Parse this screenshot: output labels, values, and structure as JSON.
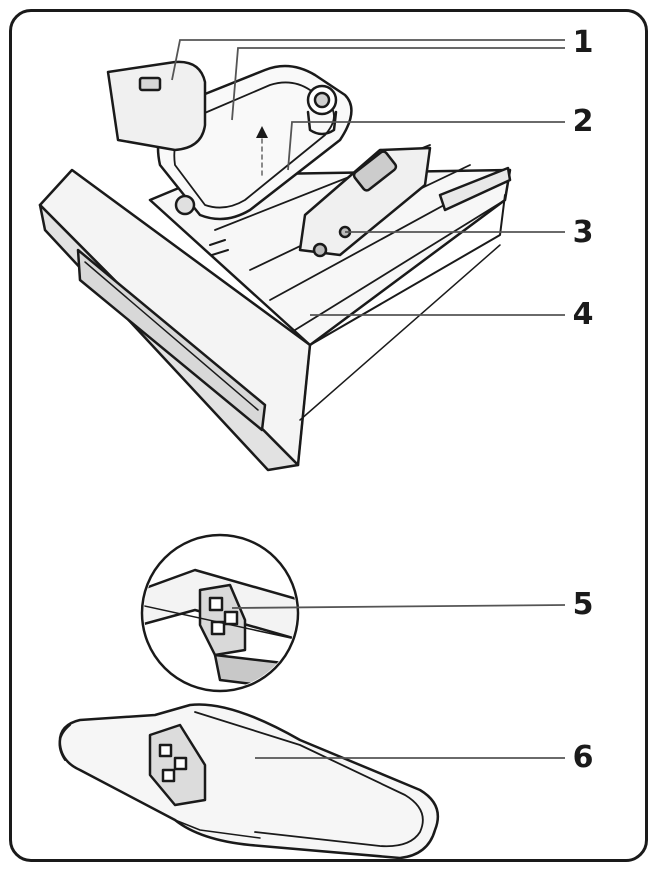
{
  "diagram": {
    "callouts": [
      {
        "id": "c1",
        "label": "1"
      },
      {
        "id": "c2",
        "label": "2"
      },
      {
        "id": "c3",
        "label": "3"
      },
      {
        "id": "c4",
        "label": "4"
      },
      {
        "id": "c5",
        "label": "5"
      },
      {
        "id": "c6",
        "label": "6"
      }
    ],
    "colors": {
      "ink": "#1a1a1a",
      "leader": "#555555",
      "fill": "#f2f2f2",
      "shade": "#c8c8c8"
    }
  }
}
